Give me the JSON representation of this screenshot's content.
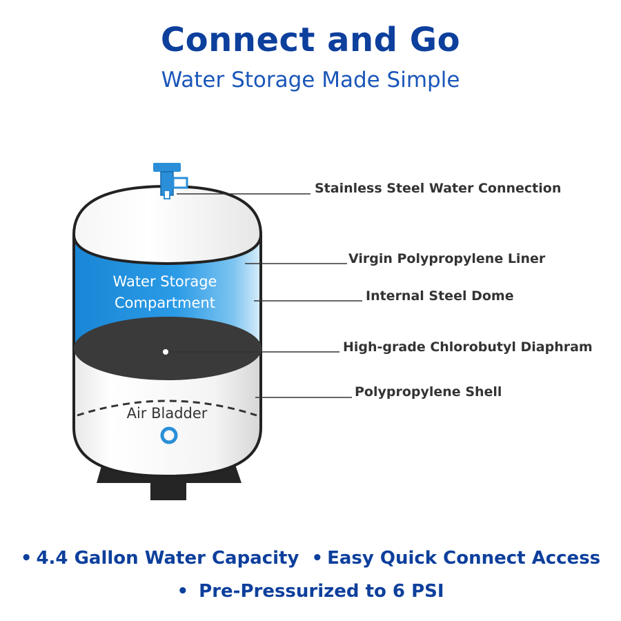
{
  "header": {
    "title": "Connect and Go",
    "subtitle": "Water Storage Made Simple"
  },
  "tank": {
    "water_label_line1": "Water Storage",
    "water_label_line2": "Compartment",
    "air_label": "Air Bladder"
  },
  "callouts": {
    "connection": "Stainless Steel Water Connection",
    "liner": "Virgin Polypropylene Liner",
    "dome": "Internal Steel Dome",
    "diaphragm": "High-grade Chlorobutyl Diaphram",
    "shell": "Polypropylene Shell"
  },
  "features": {
    "bullet": "•",
    "capacity": "4.4 Gallon Water Capacity",
    "access": "Easy Quick Connect Access",
    "pressure": "Pre-Pressurized to 6 PSI"
  },
  "colors": {
    "title_blue": "#0d3f9c",
    "water_blue": "#1e8fdc",
    "valve_blue": "#2a8fd8",
    "diaphragm": "#3a3a3a",
    "base": "#252525"
  }
}
